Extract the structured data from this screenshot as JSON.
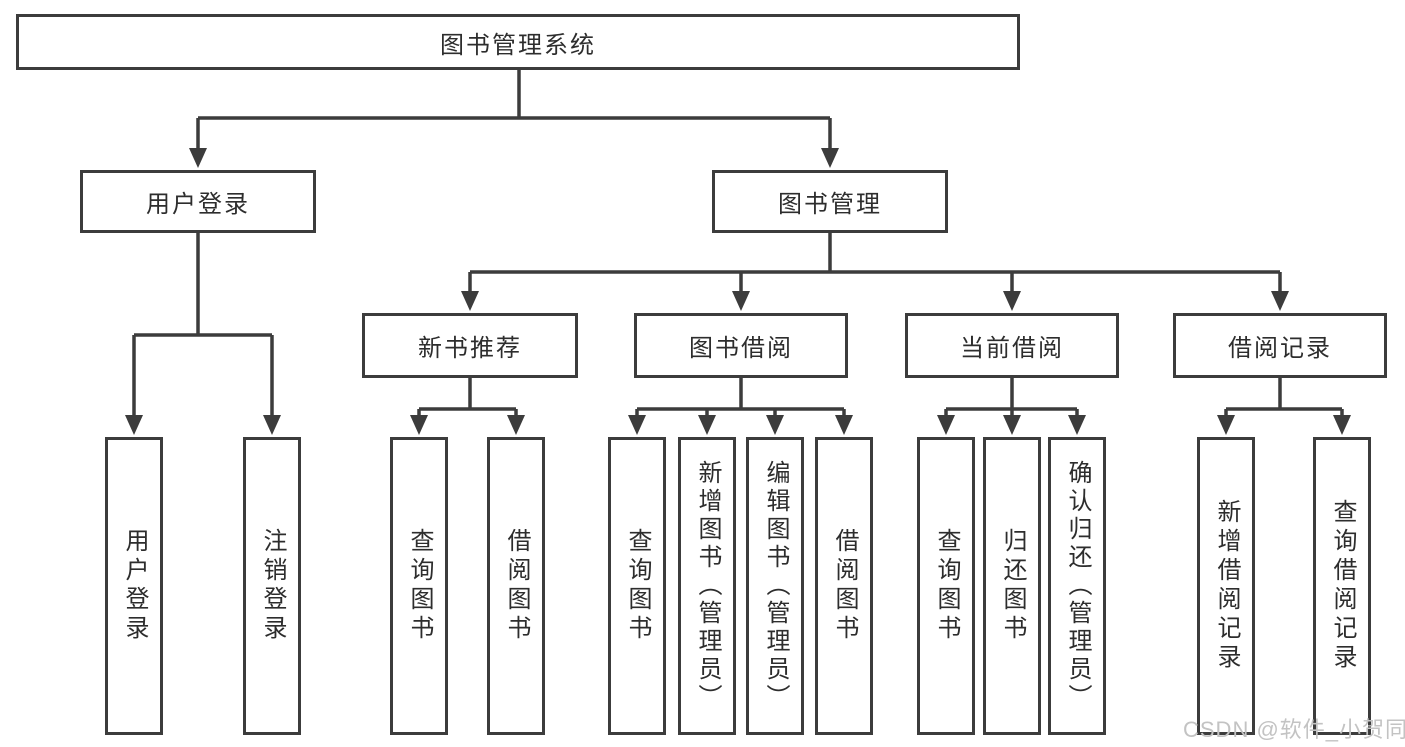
{
  "diagram": {
    "type": "hierarchy-tree",
    "colors": {
      "line": "#3c3c3c",
      "box_border": "#3c3c3c",
      "text": "#2d2d2d",
      "watermark": "#c3c3c3",
      "background": "#ffffff"
    },
    "tree": {
      "label": "图书管理系统",
      "children": [
        {
          "label": "用户登录",
          "children": [
            {
              "label": "用户登录"
            },
            {
              "label": "注销登录"
            }
          ]
        },
        {
          "label": "图书管理",
          "children": [
            {
              "label": "新书推荐",
              "children": [
                {
                  "label": "查询图书"
                },
                {
                  "label": "借阅图书"
                }
              ]
            },
            {
              "label": "图书借阅",
              "children": [
                {
                  "label": "查询图书"
                },
                {
                  "label": "新增图书（管理员）"
                },
                {
                  "label": "编辑图书（管理员）"
                },
                {
                  "label": "借阅图书"
                }
              ]
            },
            {
              "label": "当前借阅",
              "children": [
                {
                  "label": "查询图书"
                },
                {
                  "label": "归还图书"
                },
                {
                  "label": "确认归还（管理员）"
                }
              ]
            },
            {
              "label": "借阅记录",
              "children": [
                {
                  "label": "新增借阅记录"
                },
                {
                  "label": "查询借阅记录"
                }
              ]
            }
          ]
        }
      ]
    },
    "watermark": {
      "text": "CSDN @软件_小贺同学"
    }
  }
}
